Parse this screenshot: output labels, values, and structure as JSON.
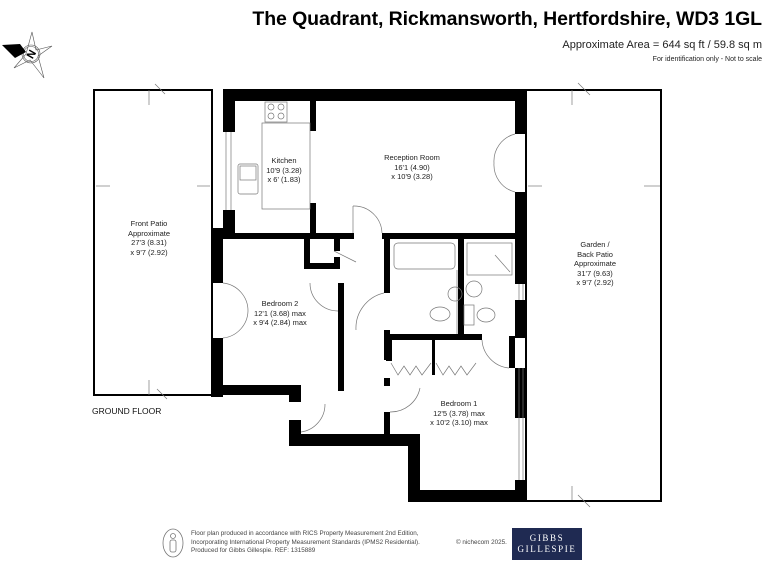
{
  "header": {
    "title": "The Quadrant, Rickmansworth, Hertfordshire, WD3 1GL",
    "area": "Approximate Area = 644 sq ft / 59.8 sq m",
    "disclaimer": "For identification only - Not to scale"
  },
  "compass": {
    "icon": "north-compass-icon",
    "letter": "N"
  },
  "floor": {
    "label": "GROUND FLOOR"
  },
  "rooms": [
    {
      "id": "front-patio",
      "name": "Front Patio",
      "lines": [
        "Front Patio",
        "Approximate",
        "27'3 (8.31)",
        "x 9'7 (2.92)"
      ]
    },
    {
      "id": "kitchen",
      "name": "Kitchen",
      "lines": [
        "Kitchen",
        "10'9 (3.28)",
        "x 6' (1.83)"
      ]
    },
    {
      "id": "reception-room",
      "name": "Reception Room",
      "lines": [
        "Reception Room",
        "16'1 (4.90)",
        "x 10'9 (3.28)"
      ]
    },
    {
      "id": "bedroom-2",
      "name": "Bedroom 2",
      "lines": [
        "Bedroom 2",
        "12'1 (3.68) max",
        "x 9'4 (2.84) max"
      ]
    },
    {
      "id": "bedroom-1",
      "name": "Bedroom 1",
      "lines": [
        "Bedroom 1",
        "12'5 (3.78) max",
        "x 10'2 (3.10) max"
      ]
    },
    {
      "id": "garden",
      "name": "Garden / Back Patio",
      "lines": [
        "Garden /",
        "Back Patio",
        "Approximate",
        "31'7 (9.63)",
        "x 9'7 (2.92)"
      ]
    }
  ],
  "footer": {
    "lines": [
      "Floor plan produced in accordance with RICS Property Measurement 2nd Edition,",
      "Incorporating International Property Measurement Standards (IPMS2 Residential).",
      "Produced for Gibbs Gillespie.   REF:  1315889"
    ],
    "copyright": "© nichecom 2025.",
    "brand_line1": "GIBBS",
    "brand_line2": "GILLESPIE",
    "brand_color": "#1f2a52"
  }
}
